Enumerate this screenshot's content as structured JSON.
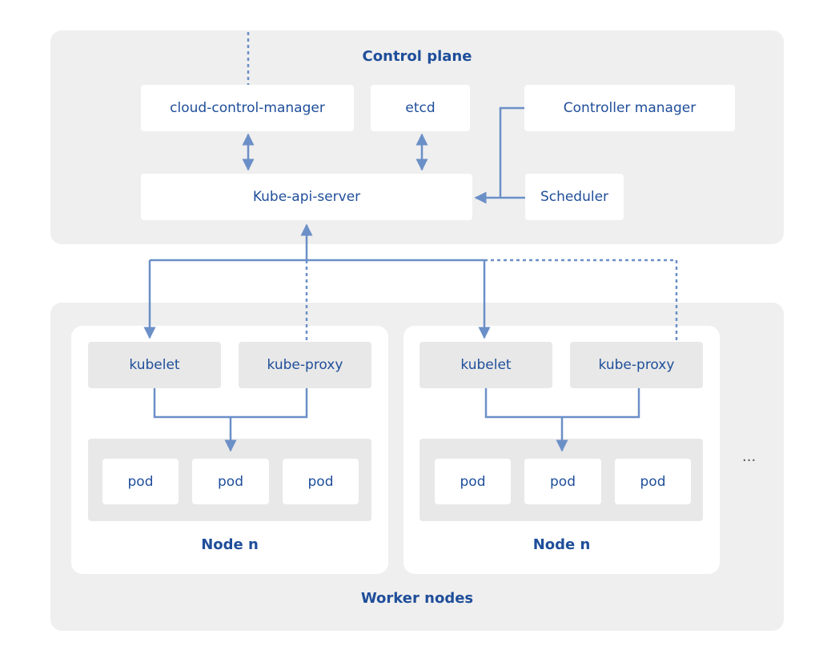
{
  "control_plane": {
    "title": "Control plane",
    "cloud_controller": "cloud-control-manager",
    "etcd": "etcd",
    "controller_manager": "Controller manager",
    "api_server": "Kube-api-server",
    "scheduler": "Scheduler"
  },
  "worker_nodes": {
    "title": "Worker nodes",
    "more": "...",
    "nodes": [
      {
        "title": "Node n",
        "kubelet": "kubelet",
        "proxy": "kube-proxy",
        "pods": [
          "pod",
          "pod",
          "pod"
        ]
      },
      {
        "title": "Node n",
        "kubelet": "kubelet",
        "proxy": "kube-proxy",
        "pods": [
          "pod",
          "pod",
          "pod"
        ]
      }
    ]
  },
  "colors": {
    "accent": "#1f4e9a",
    "line": "#6b8fc7",
    "panel": "#efefef",
    "inner": "#e8e8e8"
  }
}
